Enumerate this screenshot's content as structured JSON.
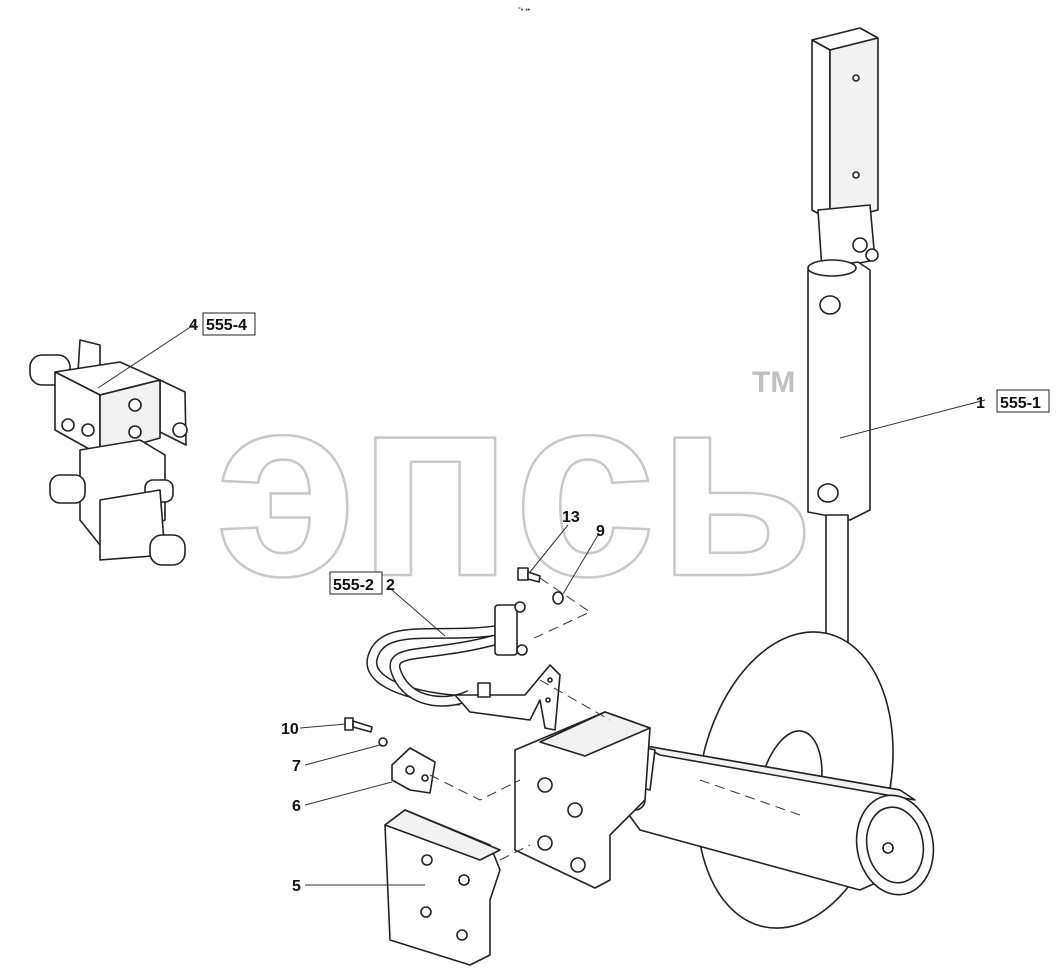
{
  "drawing": {
    "header_mark": "°• ••",
    "watermark": {
      "letters": "эпсь",
      "trademark": "TM"
    },
    "callouts": [
      {
        "number": "1",
        "ref": "555-1"
      },
      {
        "number": "2",
        "ref": "555-2"
      },
      {
        "number": "4",
        "ref": "555-4"
      },
      {
        "number": "5",
        "ref": ""
      },
      {
        "number": "6",
        "ref": ""
      },
      {
        "number": "7",
        "ref": ""
      },
      {
        "number": "9",
        "ref": ""
      },
      {
        "number": "10",
        "ref": ""
      },
      {
        "number": "13",
        "ref": ""
      }
    ]
  }
}
